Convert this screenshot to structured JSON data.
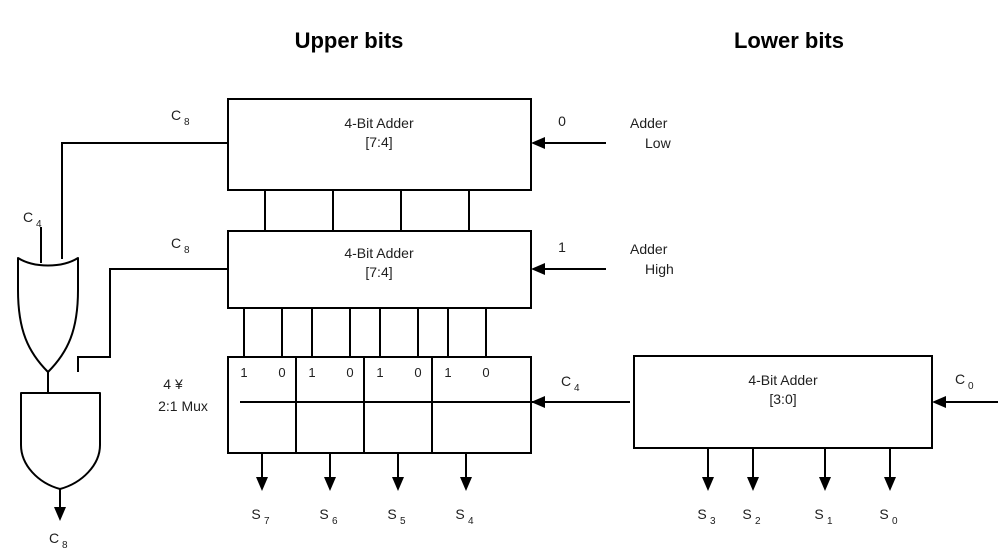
{
  "diagram": {
    "title_left": "Upper bits",
    "title_right": "Lower bits",
    "mux_label_line1": "4 ¥",
    "mux_label_line2": "2:1 Mux"
  },
  "adders": {
    "top": {
      "name": "4-Bit Adder",
      "range": "[7:4]",
      "carry_in_value": "0",
      "role_line1": "Adder",
      "role_line2": "Low",
      "carry_out_label": "C",
      "carry_out_sub": "8"
    },
    "middle": {
      "name": "4-Bit Adder",
      "range": "[7:4]",
      "carry_in_value": "1",
      "role_line1": "Adder",
      "role_line2": "High",
      "carry_out_label": "C",
      "carry_out_sub": "8"
    },
    "low": {
      "name": "4-Bit Adder",
      "range": "[3:0]",
      "carry_in_label": "C",
      "carry_in_sub": "0",
      "carry_out_label": "C",
      "carry_out_sub": "4"
    }
  },
  "gates": {
    "or_input_label": "C",
    "or_input_sub": "4",
    "and_output_label": "C",
    "and_output_sub": "8"
  },
  "mux": {
    "cells": [
      {
        "one": "1",
        "zero": "0"
      },
      {
        "one": "1",
        "zero": "0"
      },
      {
        "one": "1",
        "zero": "0"
      },
      {
        "one": "1",
        "zero": "0"
      }
    ],
    "select_label": "C",
    "select_sub": "4"
  },
  "outputs": {
    "upper": [
      {
        "label": "S",
        "sub": "7"
      },
      {
        "label": "S",
        "sub": "6"
      },
      {
        "label": "S",
        "sub": "5"
      },
      {
        "label": "S",
        "sub": "4"
      }
    ],
    "lower": [
      {
        "label": "S",
        "sub": "3"
      },
      {
        "label": "S",
        "sub": "2"
      },
      {
        "label": "S",
        "sub": "1"
      },
      {
        "label": "S",
        "sub": "0"
      }
    ]
  },
  "colors": {
    "ink": "#000000",
    "text": "#202020",
    "paper": "#ffffff"
  }
}
